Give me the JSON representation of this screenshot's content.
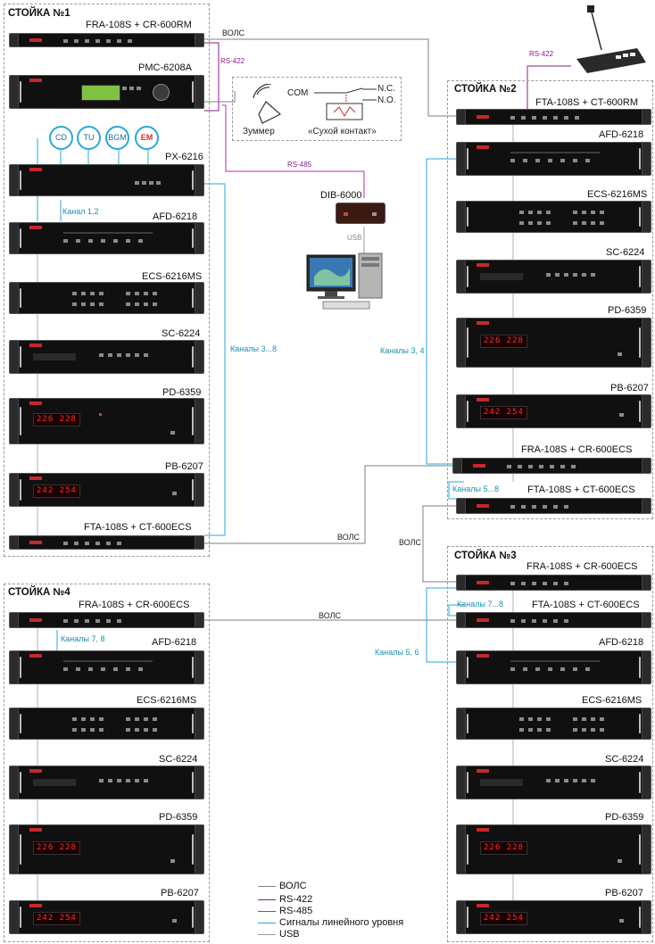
{
  "colors": {
    "fiber": "#7f7f7f",
    "rs422": "#8b1b8b",
    "rs485": "#b030b0",
    "line_signals": "#29a8d6",
    "usb": "#9a9a9a"
  },
  "racks": [
    {
      "title": "СТОЙКА №1"
    },
    {
      "title": "СТОЙКА №2"
    },
    {
      "title": "СТОЙКА №3"
    },
    {
      "title": "СТОЙКА №4"
    }
  ],
  "devices": {
    "r1_fra": "FRA-108S + CR-600RM",
    "r1_pmc": "PMC-6208A",
    "r1_px": "PX-6216",
    "r1_afd": "AFD-6218",
    "r1_ecs": "ECS-6216MS",
    "r1_sc": "SC-6224",
    "r1_pd": "PD-6359",
    "r1_pb": "PB-6207",
    "r1_fta": "FTA-108S + CT-600ECS",
    "r2_fta": "FTA-108S + CT-600RM",
    "r2_afd": "AFD-6218",
    "r2_ecs": "ECS-6216MS",
    "r2_sc": "SC-6224",
    "r2_pd": "PD-6359",
    "r2_pb": "PB-6207",
    "r2_fra": "FRA-108S + CR-600ECS",
    "r2_fta2": "FTA-108S + CT-600ECS",
    "r3_fra": "FRA-108S + CR-600ECS",
    "r3_fta": "FTA-108S + CT-600ECS",
    "r3_afd": "AFD-6218",
    "r3_ecs": "ECS-6216MS",
    "r3_sc": "SC-6224",
    "r3_pd": "PD-6359",
    "r3_pb": "PB-6207",
    "r4_fra": "FRA-108S + CR-600ECS",
    "r4_afd": "AFD-6218",
    "r4_ecs": "ECS-6216MS",
    "r4_sc": "SC-6224",
    "r4_pd": "PD-6359",
    "r4_pb": "PB-6207",
    "dib": "DIB-6000"
  },
  "displays": {
    "pd": "226 228",
    "pb": "242 254"
  },
  "sources": {
    "cd": "CD",
    "tu": "TU",
    "bgm": "BGM",
    "em": "EM"
  },
  "alarm": {
    "buzzer": "Зуммер",
    "dry_contact": "«Сухой контакт»",
    "com": "COM",
    "nc": "N.C.",
    "no": "N.O."
  },
  "annotations": {
    "vols": "ВОЛС",
    "rs422": "RS-422",
    "rs485": "RS-485",
    "usb": "USB",
    "ch_1_2": "Канал  1,2",
    "ch_3_8": "Каналы  3...8",
    "ch_3_4": "Каналы  3, 4",
    "ch_5_8": "Каналы  5...8",
    "ch_7_8_r3": "Каналы  7...8",
    "ch_5_6": "Каналы  5, 6",
    "ch_7_8_r4": "Каналы  7, 8"
  },
  "legend": [
    {
      "label": "ВОЛС",
      "color": "#7f7f7f"
    },
    {
      "label": "RS-422",
      "color": "#8b1b8b"
    },
    {
      "label": "RS-485",
      "color": "#b030b0"
    },
    {
      "label": "Сигналы линейного уровня",
      "color": "#29a8d6"
    },
    {
      "label": "USB",
      "color": "#9a9a9a"
    }
  ]
}
